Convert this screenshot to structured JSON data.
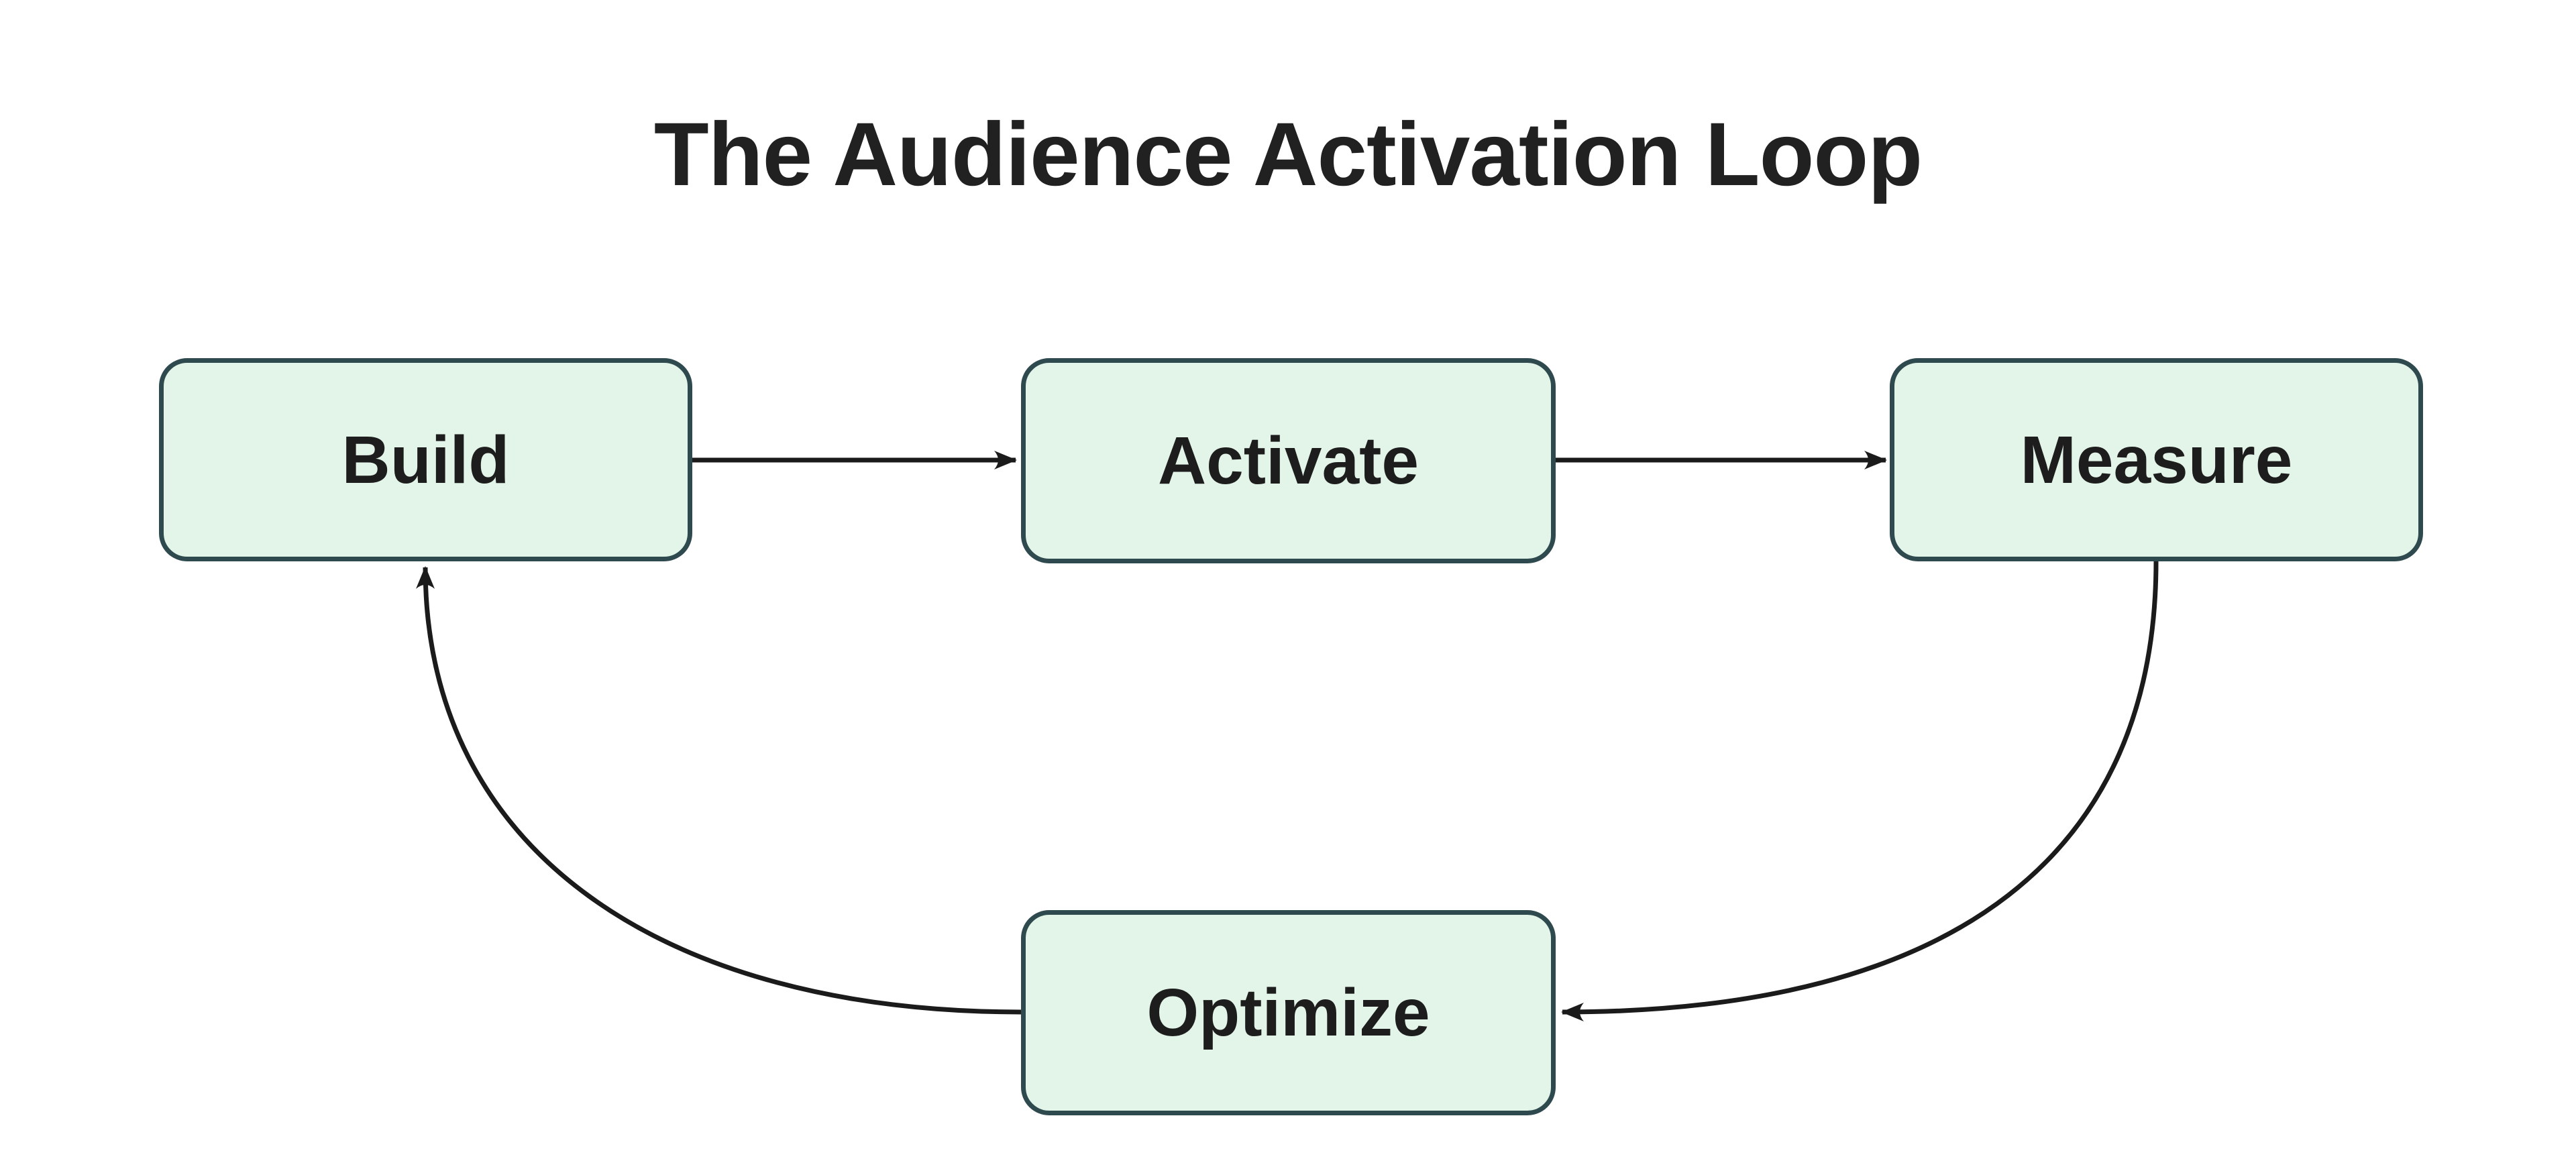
{
  "title": "The Audience Activation Loop",
  "diagram": {
    "type": "flowchart-loop",
    "nodes": [
      {
        "id": "build",
        "label": "Build"
      },
      {
        "id": "activate",
        "label": "Activate"
      },
      {
        "id": "measure",
        "label": "Measure"
      },
      {
        "id": "optimize",
        "label": "Optimize"
      }
    ],
    "edges": [
      {
        "from": "Build",
        "to": "Activate",
        "style": "straight-arrow"
      },
      {
        "from": "Activate",
        "to": "Measure",
        "style": "straight-arrow"
      },
      {
        "from": "Measure",
        "to": "Optimize",
        "style": "curved-arrow"
      },
      {
        "from": "Optimize",
        "to": "Build",
        "style": "curved-arrow"
      }
    ]
  },
  "colors": {
    "background": "#ffffff",
    "node_fill": "#e3f4e9",
    "node_border": "#2e4a4e",
    "node_text": "#1d1d1d",
    "title_text": "#212121",
    "arrow": "#1b1b1b"
  }
}
